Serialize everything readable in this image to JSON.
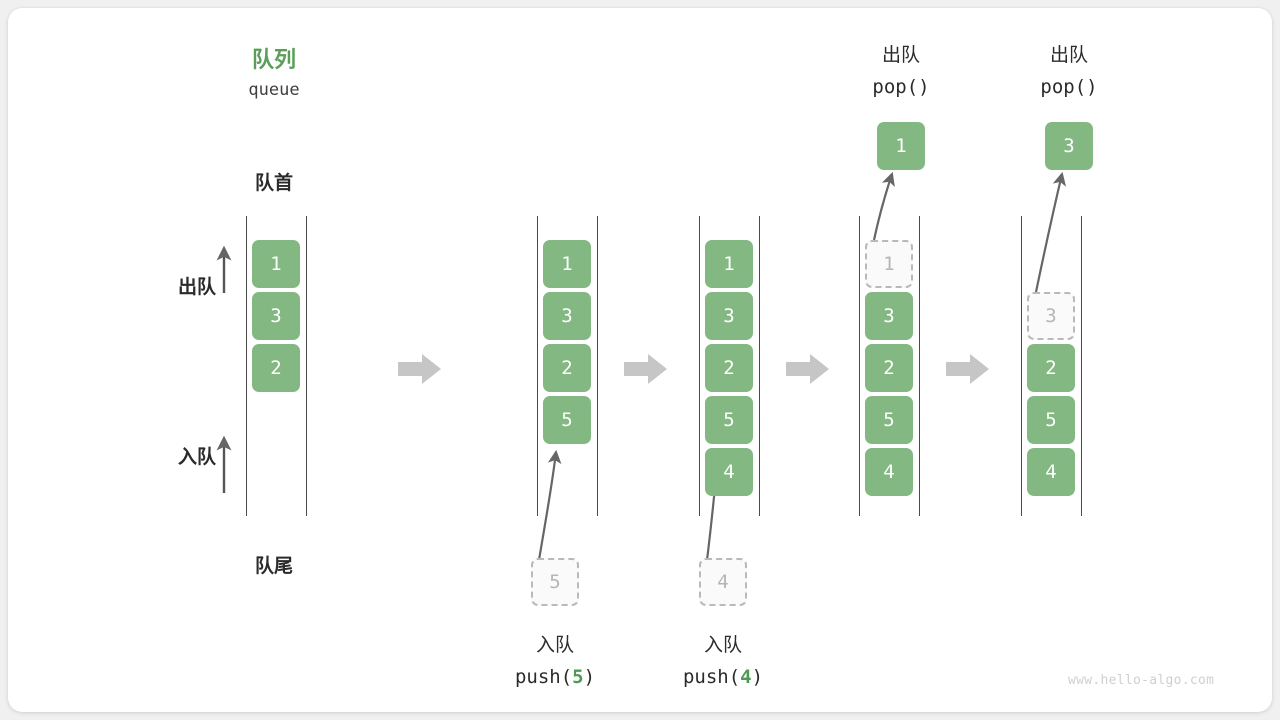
{
  "diagram": {
    "title_cn": "队列",
    "title_code": "queue",
    "front_label": "队首",
    "rear_label": "队尾",
    "dequeue_label": "出队",
    "enqueue_label": "入队",
    "accent_green": "#5a9e5a",
    "cell_green": "#84b883",
    "watermark": "www.hello-algo.com"
  },
  "side_axis": {
    "dequeue": "出队",
    "enqueue": "入队"
  },
  "columns": [
    {
      "id": "col-initial",
      "cells": [
        {
          "value": "1",
          "state": "filled"
        },
        {
          "value": "3",
          "state": "filled"
        },
        {
          "value": "2",
          "state": "filled"
        }
      ]
    },
    {
      "id": "col-after-push-5",
      "cells": [
        {
          "value": "1",
          "state": "filled"
        },
        {
          "value": "3",
          "state": "filled"
        },
        {
          "value": "2",
          "state": "filled"
        },
        {
          "value": "5",
          "state": "filled"
        }
      ],
      "op_cn": "入队",
      "op_code_prefix": "push(",
      "op_code_num": "5",
      "op_code_suffix": ")",
      "ghost_value": "5"
    },
    {
      "id": "col-after-push-4",
      "cells": [
        {
          "value": "1",
          "state": "filled"
        },
        {
          "value": "3",
          "state": "filled"
        },
        {
          "value": "2",
          "state": "filled"
        },
        {
          "value": "5",
          "state": "filled"
        },
        {
          "value": "4",
          "state": "filled"
        }
      ],
      "op_cn": "入队",
      "op_code_prefix": "push(",
      "op_code_num": "4",
      "op_code_suffix": ")",
      "ghost_value": "4"
    },
    {
      "id": "col-after-pop-1",
      "cells": [
        {
          "value": "1",
          "state": "ghost"
        },
        {
          "value": "3",
          "state": "filled"
        },
        {
          "value": "2",
          "state": "filled"
        },
        {
          "value": "5",
          "state": "filled"
        },
        {
          "value": "4",
          "state": "filled"
        }
      ],
      "op_cn": "出队",
      "op_code": "pop()",
      "popped_value": "1"
    },
    {
      "id": "col-after-pop-3",
      "cells": [
        {
          "value": "",
          "state": "empty"
        },
        {
          "value": "3",
          "state": "ghost"
        },
        {
          "value": "2",
          "state": "filled"
        },
        {
          "value": "5",
          "state": "filled"
        },
        {
          "value": "4",
          "state": "filled"
        }
      ],
      "op_cn": "出队",
      "op_code": "pop()",
      "popped_value": "3"
    }
  ],
  "separators": [
    {
      "id": "sep-1"
    },
    {
      "id": "sep-2"
    },
    {
      "id": "sep-3"
    },
    {
      "id": "sep-4"
    }
  ]
}
